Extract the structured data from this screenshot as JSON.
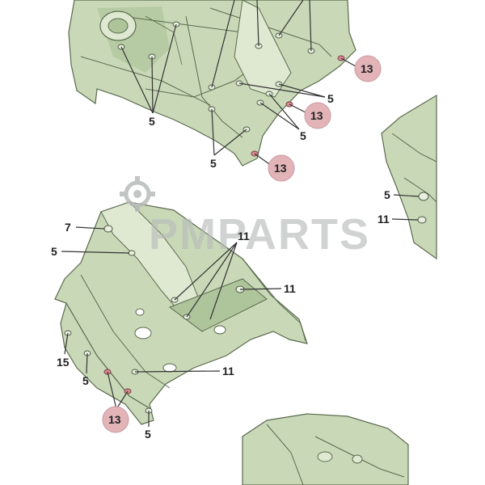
{
  "colors": {
    "panel_fill": "#c9d9b8",
    "panel_stroke": "#5a6b4e",
    "panel_shade": "#aec49a",
    "panel_light": "#dfe9d2",
    "badge_fill": "#e2b4b8",
    "watermark": "#b7bbb9"
  },
  "watermark": {
    "text": "PMPARTS"
  },
  "callouts": [
    {
      "id": "c1",
      "label": "5"
    },
    {
      "id": "c2",
      "label": "13"
    },
    {
      "id": "c3",
      "label": "5"
    },
    {
      "id": "c4",
      "label": "13"
    },
    {
      "id": "c5",
      "label": "5"
    },
    {
      "id": "c6",
      "label": "5"
    },
    {
      "id": "c7",
      "label": "13"
    },
    {
      "id": "c8",
      "label": "5"
    },
    {
      "id": "c9",
      "label": "11"
    },
    {
      "id": "c10",
      "label": "7"
    },
    {
      "id": "c11",
      "label": "5"
    },
    {
      "id": "c12",
      "label": "11"
    },
    {
      "id": "c13",
      "label": "11"
    },
    {
      "id": "c14",
      "label": "11"
    },
    {
      "id": "c15",
      "label": "15"
    },
    {
      "id": "c16",
      "label": "5"
    },
    {
      "id": "c17",
      "label": "13"
    },
    {
      "id": "c18",
      "label": "5"
    }
  ]
}
